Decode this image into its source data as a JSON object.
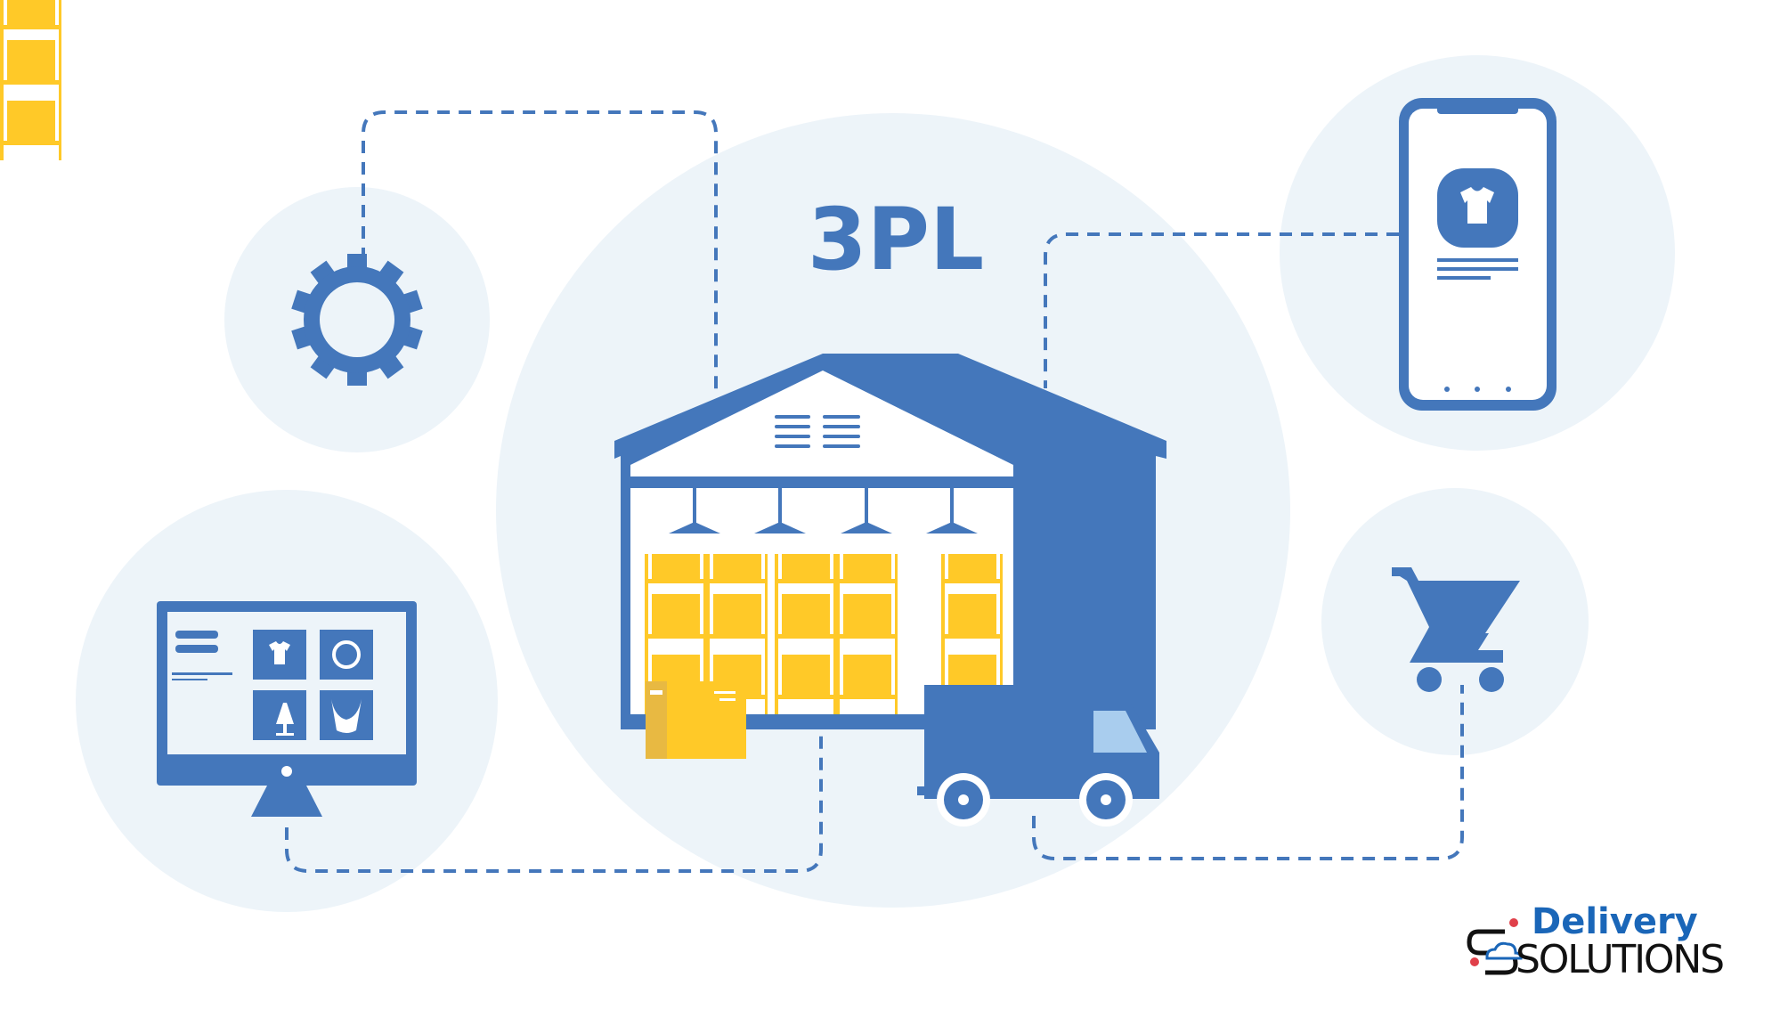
{
  "diagram": {
    "title": "3PL",
    "colors": {
      "primary": "#4477bb",
      "background_circle": "#edf4f9",
      "accent": "#ffc928"
    },
    "nodes": [
      "gear-icon",
      "ecommerce-monitor",
      "warehouse",
      "package-box",
      "delivery-truck",
      "mobile-phone-shop",
      "shopping-cart"
    ]
  },
  "logo": {
    "line1": "Delivery",
    "line2": "SOLUTIONS"
  }
}
